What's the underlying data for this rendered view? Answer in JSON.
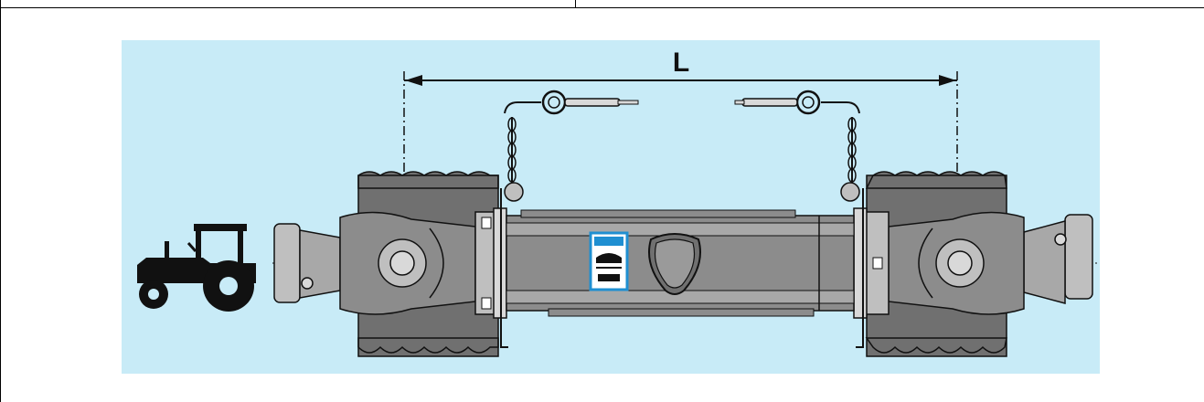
{
  "figure": {
    "dimension_label": "L",
    "colors": {
      "panel_background": "#c8ebf7",
      "shield_grey": "#707070",
      "metal_light": "#bfbfbf",
      "metal_mid": "#8c8c8c",
      "outline": "#111111",
      "label_blue": "#1f8fd1"
    },
    "icons": [
      "tractor-icon",
      "pto-driveshaft",
      "safety-chain",
      "warning-label"
    ]
  }
}
